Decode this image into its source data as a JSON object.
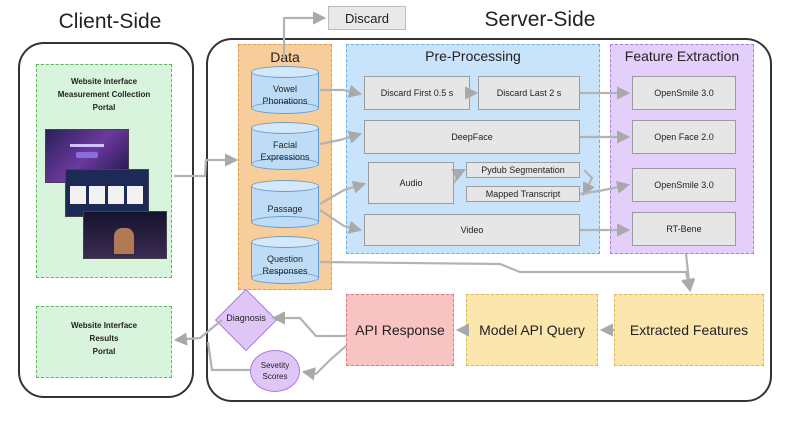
{
  "titles": {
    "client": "Client-Side",
    "server": "Server-Side",
    "discard": "Discard"
  },
  "client": {
    "portal_top": [
      "Website Interface",
      "Measurement Collection",
      "Portal"
    ],
    "portal_bottom": [
      "Website Interface",
      "Results",
      "Portal"
    ]
  },
  "data_col": {
    "title": "Data",
    "items": [
      [
        "Vowel",
        "Phonations"
      ],
      [
        "Facial",
        "Expressions"
      ],
      [
        "Passage"
      ],
      [
        "Question",
        "Responses"
      ]
    ]
  },
  "pre": {
    "title": "Pre-Processing",
    "discard_first": "Discard First 0.5 s",
    "discard_last": "Discard Last 2 s",
    "deepface": "DeepFace",
    "audio": "Audio",
    "pydub": "Pydub Segmentation",
    "mapped": "Mapped Transcript",
    "video": "Video"
  },
  "feat": {
    "title": "Feature Extraction",
    "items": [
      "OpenSmile 3.0",
      "Open Face 2.0",
      "OpenSmile 3.0",
      "RT-Bene"
    ]
  },
  "bottom": {
    "extracted": "Extracted Features",
    "model": "Model API Query",
    "api": "API Response",
    "diagnosis": "Diagnosis",
    "severity": [
      "Sevetity",
      "Scores"
    ]
  },
  "colors": {
    "green": "#d9f4dc",
    "orange": "#f7cd9c",
    "blue": "#c8e3fa",
    "purple": "#e4cffa",
    "red": "#f8c3c3",
    "yellow": "#fbe6ad",
    "lavender": "#e0c6f7"
  }
}
